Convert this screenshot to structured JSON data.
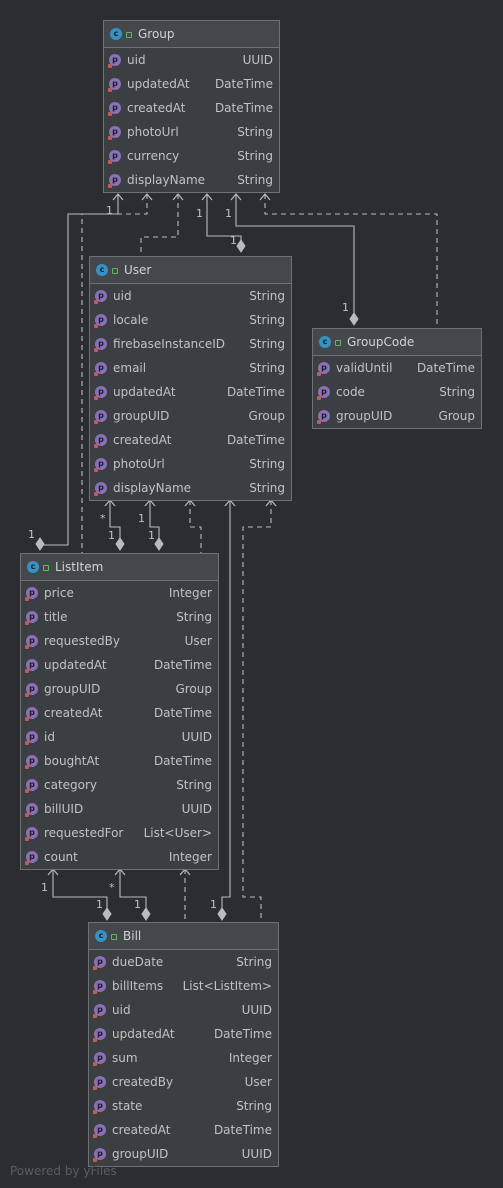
{
  "classes": {
    "group": {
      "title": "Group",
      "fields": [
        {
          "name": "uid",
          "type": "UUID"
        },
        {
          "name": "updatedAt",
          "type": "DateTime"
        },
        {
          "name": "createdAt",
          "type": "DateTime"
        },
        {
          "name": "photoUrl",
          "type": "String"
        },
        {
          "name": "currency",
          "type": "String"
        },
        {
          "name": "displayName",
          "type": "String"
        }
      ]
    },
    "user": {
      "title": "User",
      "fields": [
        {
          "name": "uid",
          "type": "String"
        },
        {
          "name": "locale",
          "type": "String"
        },
        {
          "name": "firebaseInstanceID",
          "type": "String"
        },
        {
          "name": "email",
          "type": "String"
        },
        {
          "name": "updatedAt",
          "type": "DateTime"
        },
        {
          "name": "groupUID",
          "type": "Group"
        },
        {
          "name": "createdAt",
          "type": "DateTime"
        },
        {
          "name": "photoUrl",
          "type": "String"
        },
        {
          "name": "displayName",
          "type": "String"
        }
      ]
    },
    "groupcode": {
      "title": "GroupCode",
      "fields": [
        {
          "name": "validUntil",
          "type": "DateTime"
        },
        {
          "name": "code",
          "type": "String"
        },
        {
          "name": "groupUID",
          "type": "Group"
        }
      ]
    },
    "listitem": {
      "title": "ListItem",
      "fields": [
        {
          "name": "price",
          "type": "Integer"
        },
        {
          "name": "title",
          "type": "String"
        },
        {
          "name": "requestedBy",
          "type": "User"
        },
        {
          "name": "updatedAt",
          "type": "DateTime"
        },
        {
          "name": "groupUID",
          "type": "Group"
        },
        {
          "name": "createdAt",
          "type": "DateTime"
        },
        {
          "name": "id",
          "type": "UUID"
        },
        {
          "name": "boughtAt",
          "type": "DateTime"
        },
        {
          "name": "category",
          "type": "String"
        },
        {
          "name": "billUID",
          "type": "UUID"
        },
        {
          "name": "requestedFor",
          "type": "List<User>"
        },
        {
          "name": "count",
          "type": "Integer"
        }
      ]
    },
    "bill": {
      "title": "Bill",
      "fields": [
        {
          "name": "dueDate",
          "type": "String"
        },
        {
          "name": "billItems",
          "type": "List<ListItem>"
        },
        {
          "name": "uid",
          "type": "UUID"
        },
        {
          "name": "updatedAt",
          "type": "DateTime"
        },
        {
          "name": "sum",
          "type": "Integer"
        },
        {
          "name": "createdBy",
          "type": "User"
        },
        {
          "name": "state",
          "type": "String"
        },
        {
          "name": "createdAt",
          "type": "DateTime"
        },
        {
          "name": "groupUID",
          "type": "UUID"
        }
      ]
    }
  },
  "multiplicities": {
    "group_listitem_top": "1",
    "group_listitem_bottom": "1",
    "group_user_top": "1",
    "group_user_bottom": "1",
    "group_groupcode_top": "1",
    "group_groupcode_bottom": "1",
    "user_listitem_a_top": "*",
    "user_listitem_a_bottom": "1",
    "user_listitem_b_top": "1",
    "user_listitem_b_bottom": "1",
    "listitem_bill_a_top": "1",
    "listitem_bill_a_bottom": "1",
    "listitem_bill_b_top": "*",
    "listitem_bill_b_bottom": "1",
    "user_bill_bottom": "1"
  },
  "icons": {
    "class_letter": "c",
    "field_letter": "p"
  },
  "colors": {
    "background": "#2b2d30",
    "line": "#b9bcbf",
    "class_icon": "#3592c4",
    "field_icon": "#8a70b8"
  },
  "footer": "Powered by yFiles"
}
